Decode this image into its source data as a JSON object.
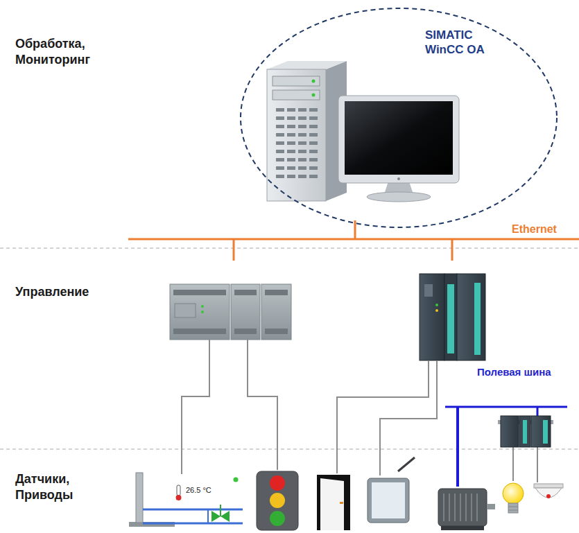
{
  "diagram": {
    "nodes": [
      {
        "text": [
          "SIMATIC WinCC OA"
        ]
      }
    ],
    "labels": [
      "Обработка, Мониторинг",
      "Ethernet",
      "Управление",
      "Полевая шина",
      "Датчики, Приводы",
      "26.5 °C"
    ]
  }
}
